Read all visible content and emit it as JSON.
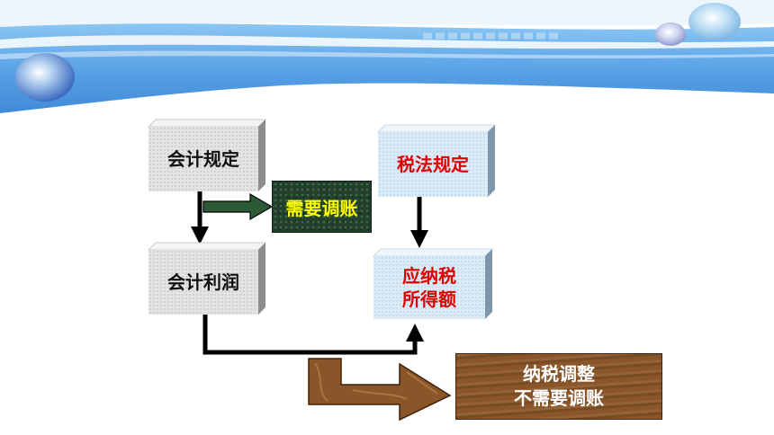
{
  "boxes": {
    "accounting_rules": "会计规定",
    "tax_rules": "税法规定",
    "accounting_profit": "会计利润",
    "taxable_income_line1": "应纳税",
    "taxable_income_line2": "所得额"
  },
  "labels": {
    "need_adjust": "需要调账",
    "tax_adjust_line1": "纳税调整",
    "tax_adjust_line2": "不需要调账"
  },
  "colors": {
    "banner_blue": "#5ba3e6",
    "tax_text": "#e00000",
    "need_adjust_text": "#ffff00",
    "wood": "#8a5528"
  }
}
